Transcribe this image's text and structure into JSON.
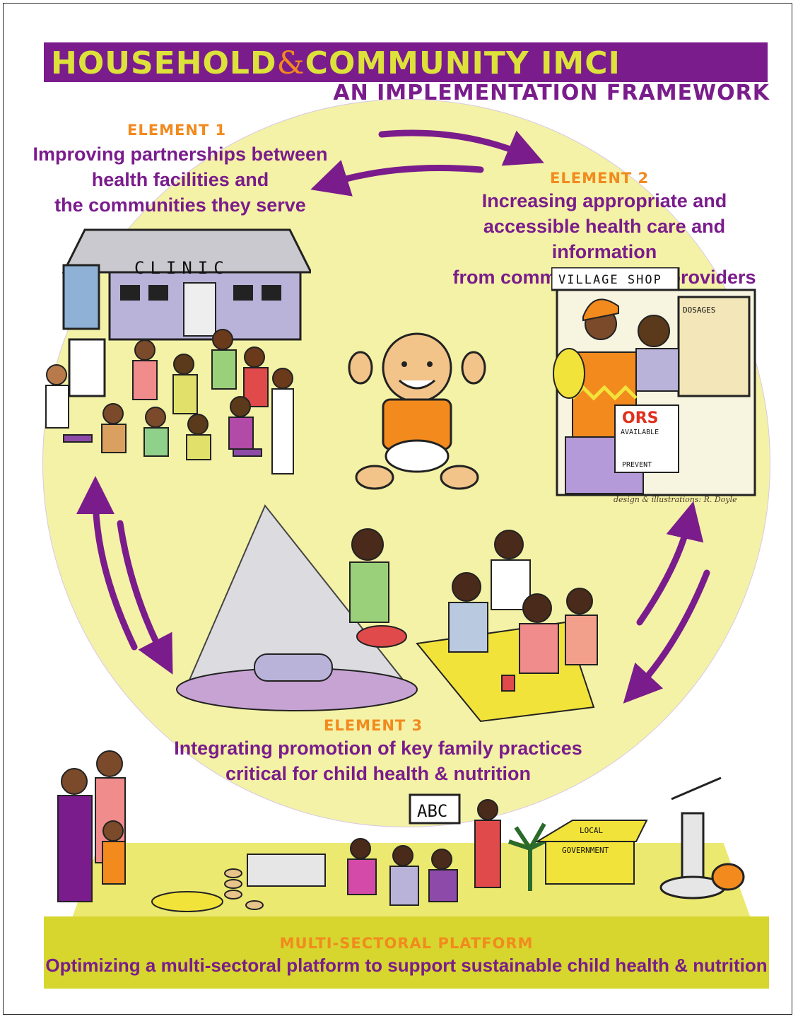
{
  "title": {
    "main_part1": "HOUSEHOLD",
    "ampersand": "&",
    "main_part2": "COMMUNITY IMCI",
    "subtitle": "AN IMPLEMENTATION FRAMEWORK"
  },
  "elements": [
    {
      "heading": "ELEMENT 1",
      "lines": [
        "Improving partnerships between",
        "health facilities and",
        "the communities they serve"
      ]
    },
    {
      "heading": "ELEMENT 2",
      "lines": [
        "Increasing appropriate and",
        "accessible health care and information",
        "from community-based providers"
      ]
    },
    {
      "heading": "ELEMENT 3",
      "lines": [
        "Integrating promotion of key family practices",
        "critical for child health & nutrition"
      ]
    }
  ],
  "illustrations": {
    "clinic_sign": "CLINIC",
    "shop_sign": "VILLAGE SHOP",
    "dosages_label": "DOSAGES",
    "ors_label": "ORS",
    "ors_available": "AVAILABLE",
    "ors_prevent": "PREVENT",
    "school_board": "ABC",
    "gov_sign_line1": "LOCAL",
    "gov_sign_line2": "GOVERNMENT",
    "credit": "design & illustrations: R. Doyle"
  },
  "platform": {
    "heading": "MULTI-SECTORAL PLATFORM",
    "body": "Optimizing a multi-sectoral platform to support sustainable child health & nutrition"
  },
  "colors": {
    "purple": "#7a1c8c",
    "yellow_title": "#dde23a",
    "orange": "#f28a1e",
    "circle_fill": "#f4f2a6",
    "platform_fill": "#d6d62e"
  }
}
